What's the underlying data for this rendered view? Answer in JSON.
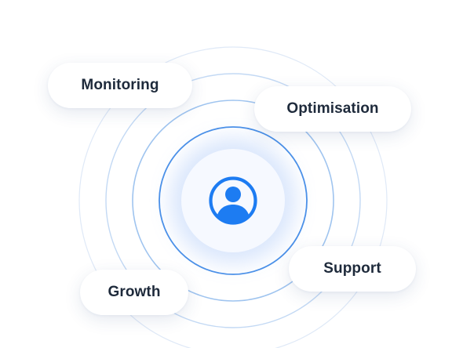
{
  "center": {
    "icon": "user-icon",
    "accent_color": "#1d7cf2"
  },
  "labels": {
    "monitoring": "Monitoring",
    "optimisation": "Optimisation",
    "support": "Support",
    "growth": "Growth"
  },
  "colors": {
    "ring": "#4a90e8",
    "text": "#1e2a3b"
  }
}
